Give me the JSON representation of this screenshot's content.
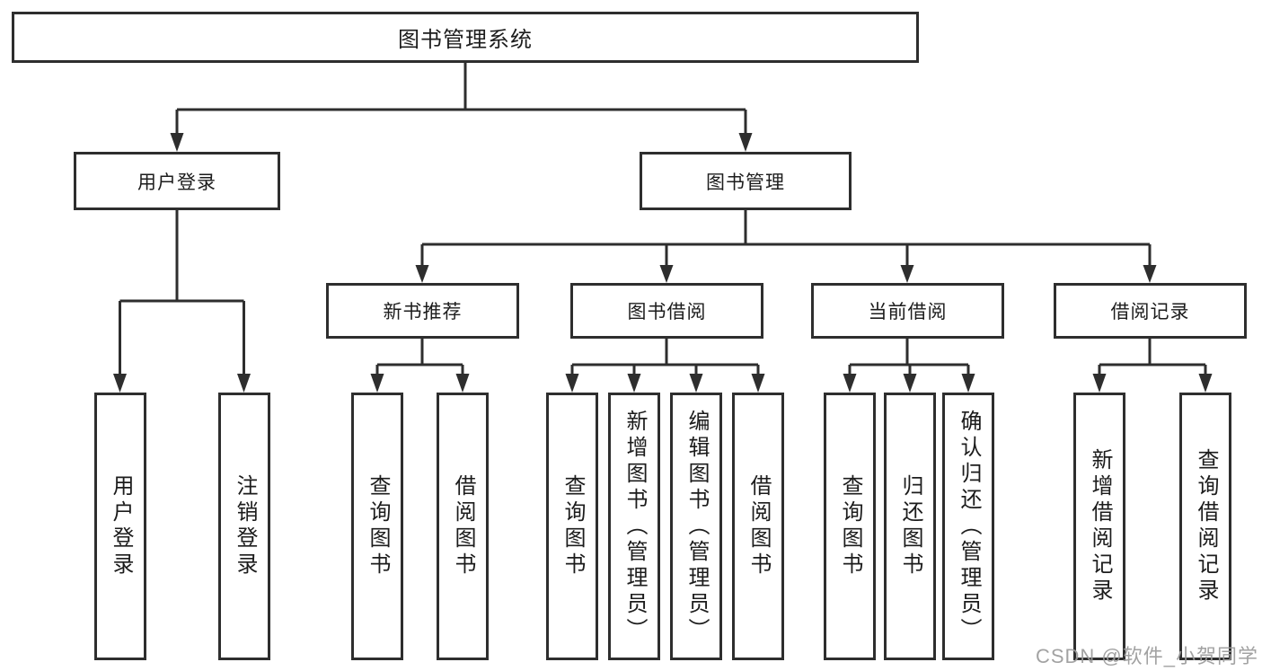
{
  "diagram": {
    "title_node": "图书管理系统",
    "level2": {
      "user_login": "用户登录",
      "book_mgmt": "图书管理"
    },
    "level3": {
      "new_book_recommend": "新书推荐",
      "book_borrow": "图书借阅",
      "current_borrow": "当前借阅",
      "borrow_records": "借阅记录"
    },
    "leaves": {
      "user_login_leaf": "用户登录",
      "logout_leaf": "注销登录",
      "nb_query_book": "查询图书",
      "nb_borrow_book": "借阅图书",
      "bb_query_book": "查询图书",
      "bb_add_book": "新增图书（管理员）",
      "bb_edit_book": "编辑图书（管理员）",
      "bb_borrow_book": "借阅图书",
      "cb_query_book": "查询图书",
      "cb_return_book": "归还图书",
      "cb_confirm_return": "确认归还（管理员）",
      "rec_add_record": "新增借阅记录",
      "rec_query_record": "查询借阅记录"
    }
  },
  "watermark": {
    "text": "CSDN @软件_小贺同学",
    "color": "#9b9b9b"
  },
  "colors": {
    "line": "#2e2e2e",
    "box_background": "#ffffff",
    "text": "#1c1c1c"
  }
}
